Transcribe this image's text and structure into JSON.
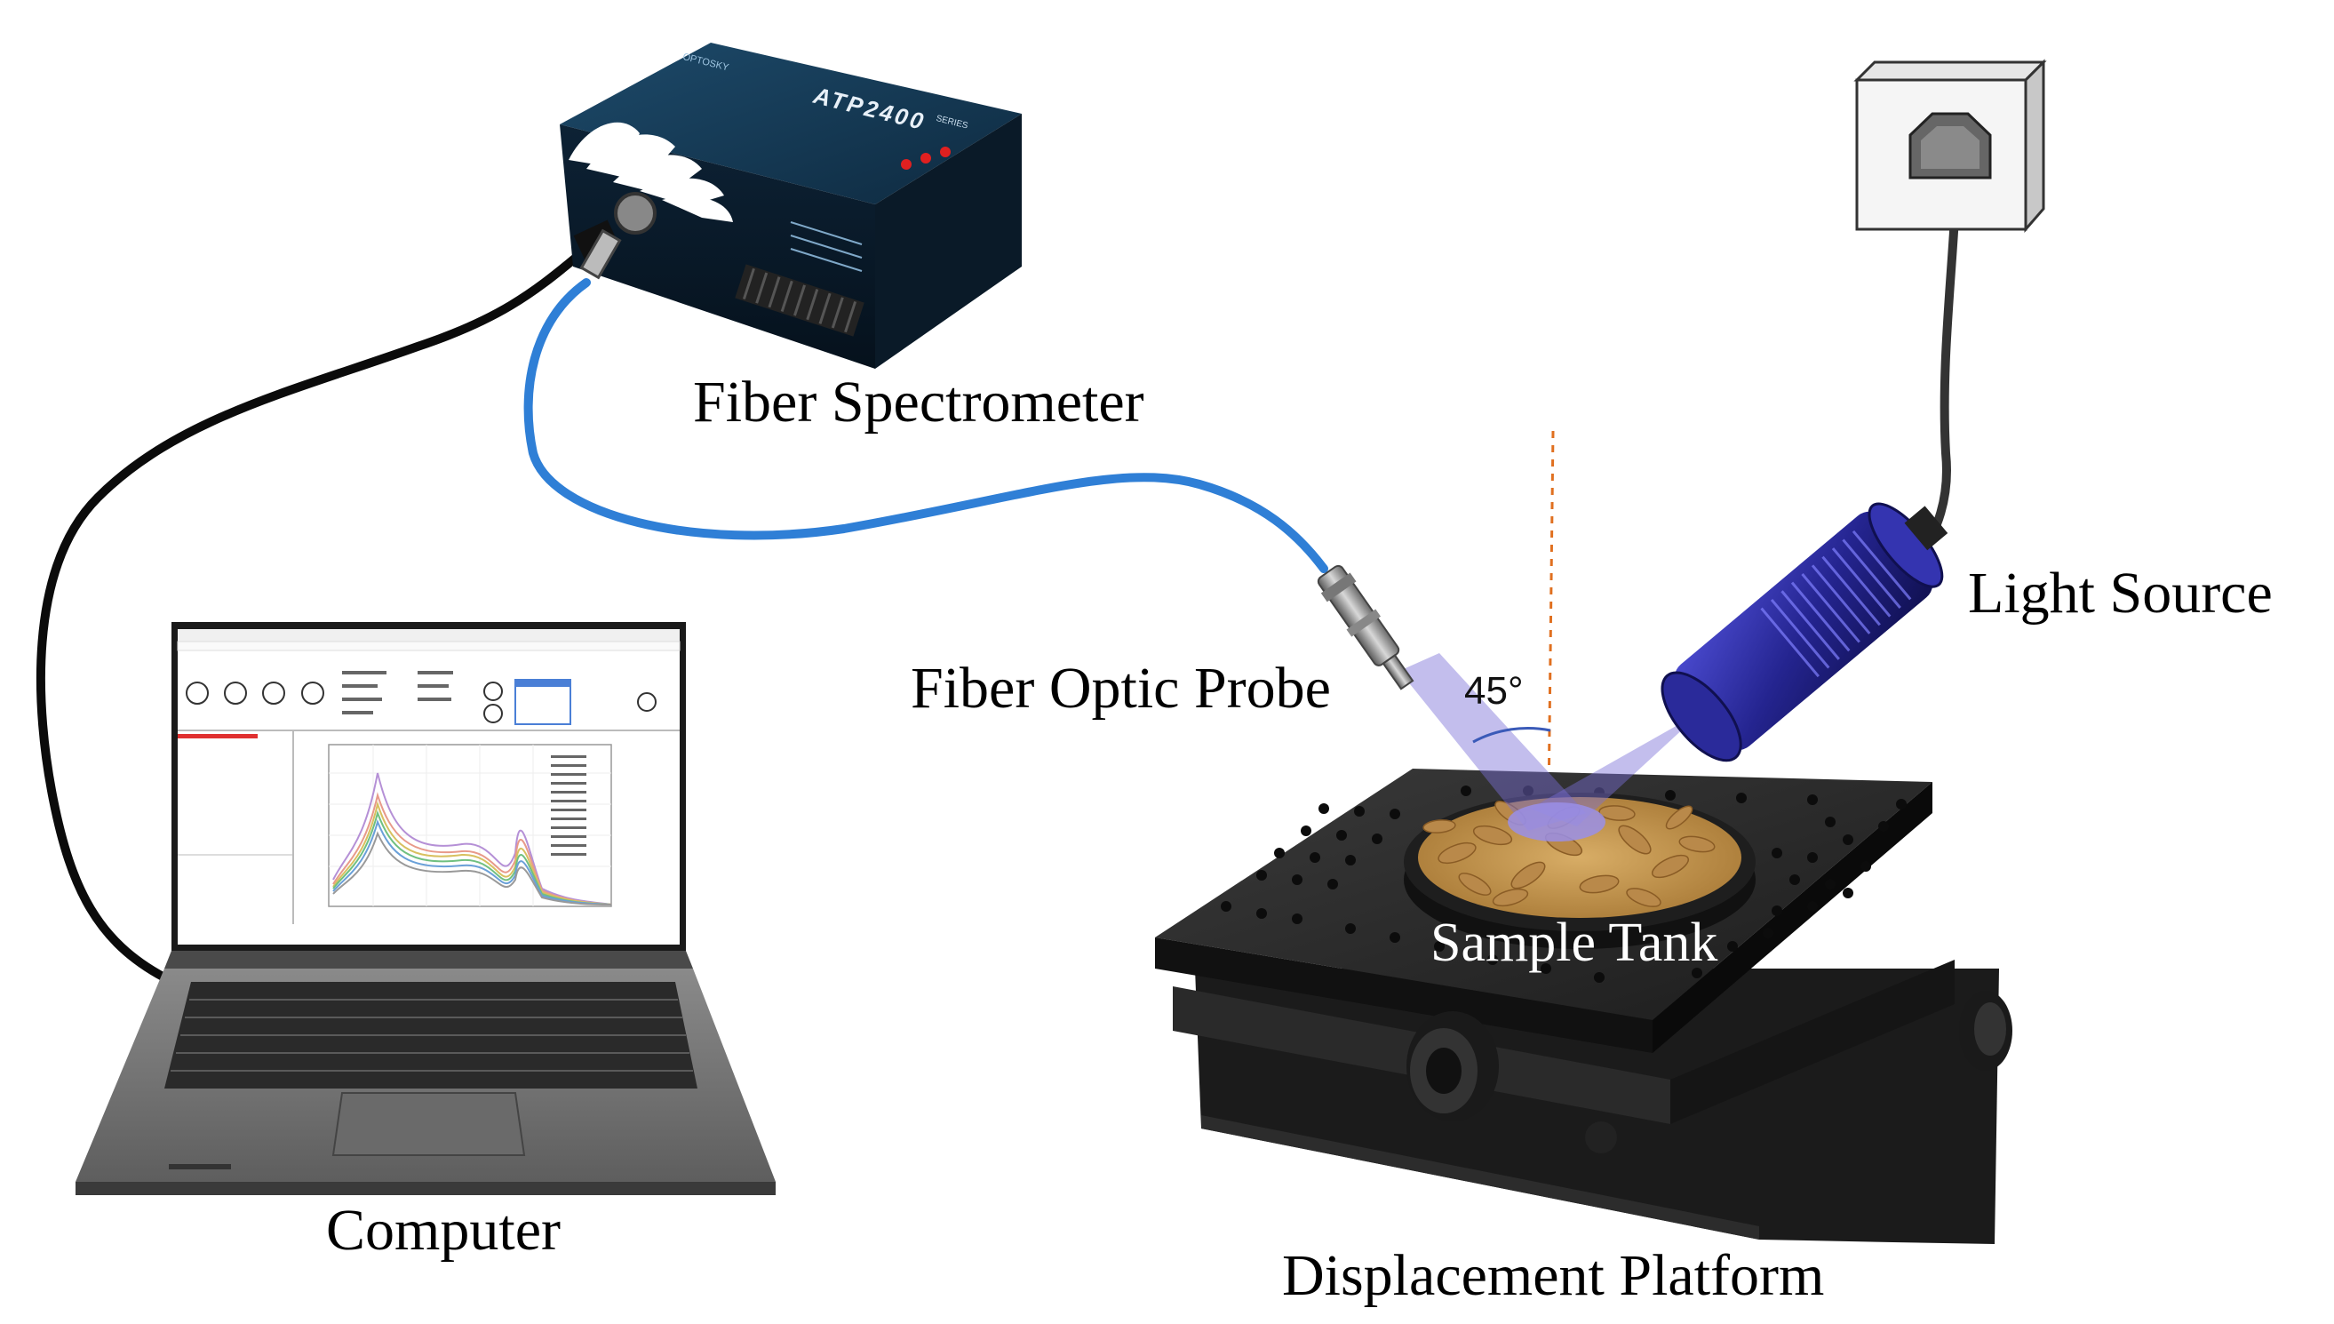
{
  "labels": {
    "fiber_spectrometer": "Fiber Spectrometer",
    "light_source": "Light Source",
    "fiber_optic_probe": "Fiber Optic Probe",
    "computer": "Computer",
    "sample_tank": "Sample Tank",
    "displacement_platform": "Displacement Platform",
    "angle": "45°"
  },
  "spectrometer": {
    "brand": "OPTOSKY",
    "model": "ATP2400",
    "series": "SERIES"
  },
  "colors": {
    "fiber_cable": "#2f7fd6",
    "usb_cable": "#0b0b0b",
    "spectrometer_body": "#163a55",
    "light_source_body": "#1f1f8c",
    "light_beam": "#7a6fd8",
    "normal_line": "#e07020",
    "platform": "#2a2a2a",
    "grain": "#c89a55"
  }
}
